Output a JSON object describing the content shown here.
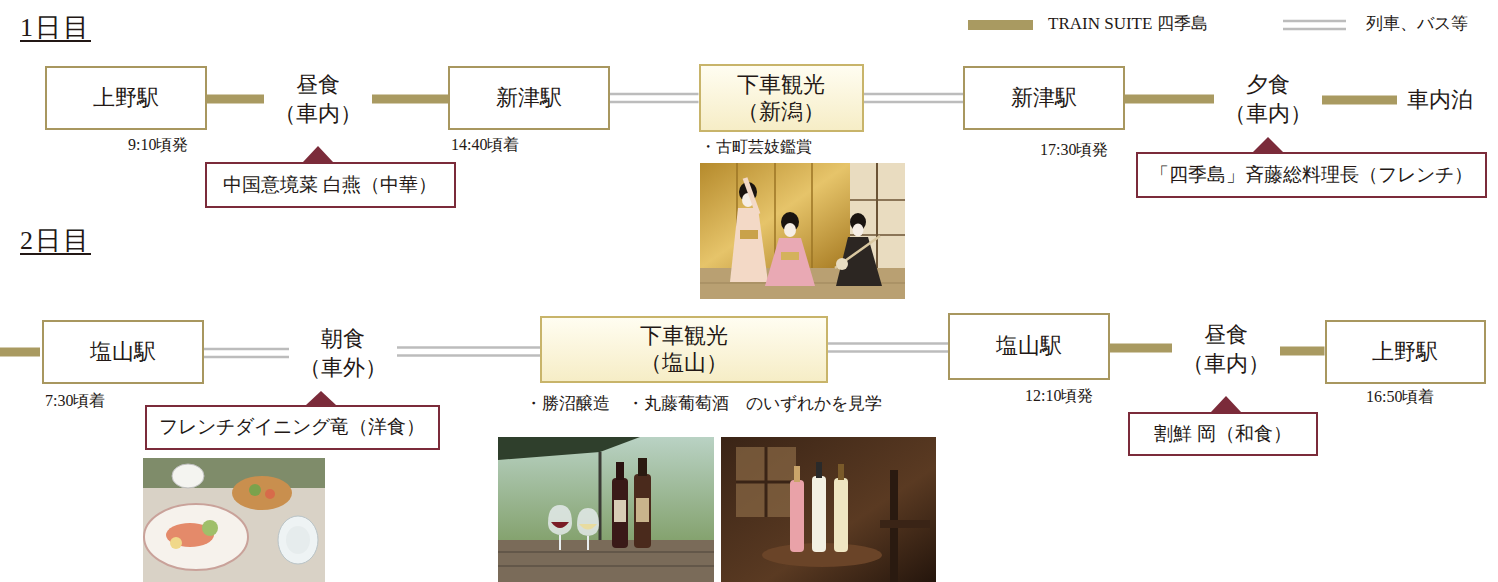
{
  "diagram": {
    "nodes": [
      {
        "text": [
          "上野駅"
        ]
      },
      {
        "text": [
          "昼食 （車内）"
        ]
      },
      {
        "text": [
          "中国意境菜 白燕（中華）"
        ]
      },
      {
        "text": [
          "新津駅"
        ]
      },
      {
        "text": [
          "下車観光 （新潟）"
        ]
      },
      {
        "text": [
          "新津駅"
        ]
      },
      {
        "text": [
          "夕食 （車内）"
        ]
      },
      {
        "text": [
          "車内泊"
        ]
      },
      {
        "text": [
          "「四季島」斉藤総料理長（フレンチ）"
        ]
      },
      {
        "text": [
          "塩山駅"
        ]
      },
      {
        "text": [
          "朝食 （車外）"
        ]
      },
      {
        "text": [
          "フレンチダイニング竜（洋食）"
        ]
      },
      {
        "text": [
          "下車観光 （塩山）"
        ]
      },
      {
        "text": [
          "塩山駅"
        ]
      },
      {
        "text": [
          "昼食 （車内）"
        ]
      },
      {
        "text": [
          "割鮮 岡（和食）"
        ]
      },
      {
        "text": [
          "上野駅"
        ]
      }
    ],
    "edges": [
      {
        "from": 0,
        "to": 1,
        "arrow": "none"
      },
      {
        "from": 1,
        "to": 3,
        "arrow": "none"
      },
      {
        "from": 3,
        "to": 4,
        "arrow": "none"
      },
      {
        "from": 4,
        "to": 5,
        "arrow": "none"
      },
      {
        "from": 5,
        "to": 6,
        "arrow": "none"
      },
      {
        "from": 6,
        "to": 7,
        "arrow": "none"
      },
      {
        "from": 9,
        "to": 10,
        "arrow": "none"
      },
      {
        "from": 10,
        "to": 12,
        "arrow": "none"
      },
      {
        "from": 12,
        "to": 13,
        "arrow": "none"
      },
      {
        "from": 13,
        "to": 14,
        "arrow": "none"
      },
      {
        "from": 14,
        "to": 16,
        "arrow": "none"
      }
    ],
    "labels": [
      "1日目",
      "9:10頃発",
      "14:40頃着",
      "・古町芸妓鑑賞",
      "17:30頃発",
      "2日目",
      "7:30頃着",
      "・勝沼醸造　・丸藤葡萄酒　のいずれかを見学",
      "12:10頃発",
      "16:50頃着"
    ],
    "legend": [
      {
        "text": "TRAIN SUITE 四季島",
        "color": "#a99a61"
      },
      {
        "text": "列車、バス等"
      }
    ]
  }
}
